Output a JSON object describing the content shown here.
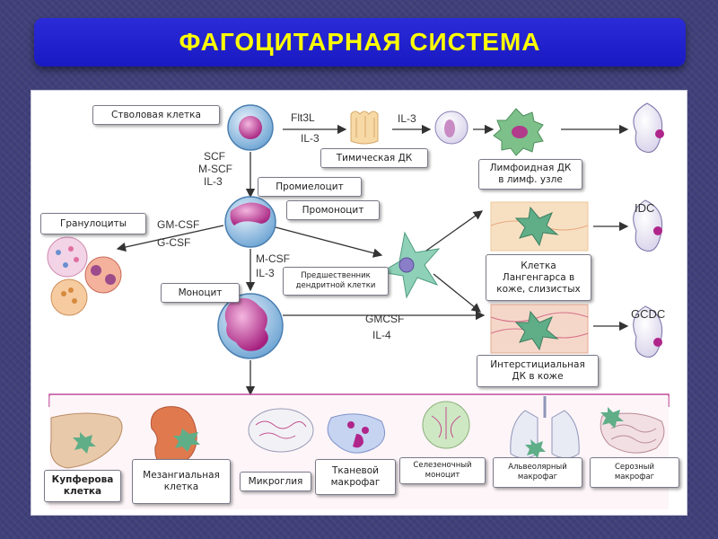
{
  "title": "ФАГОЦИТАРНАЯ СИСТЕМА",
  "labels": {
    "stem_cell": "Стволовая клетка",
    "thymic_dc": "Тимическая ДК",
    "lymphoid_dc": "Лимфоидная ДК\nв лимф. узле",
    "promyelocyte": "Промиелоцит",
    "promonocyte": "Промоноцит",
    "granulocytes": "Гранулоциты",
    "monocyte": "Моноцит",
    "dc_precursor": "Предшественник\nдендритной клетки",
    "langerhans": "Клетка\nЛангенгарса в\nкоже, слизистых",
    "interstitial_dc": "Интерстициальная\nДК в коже",
    "kupffer": "Купферова\nклетка",
    "mesangial": "Мезангиальная\nклетка",
    "microglia": "Микроглия",
    "tissue_macrophage": "Тканевой\nмакрофаг",
    "splenic_monocyte": "Селезеночный\nмоноцит",
    "alveolar_macrophage": "Альвеолярный\nмакрофаг",
    "serous_macrophage": "Серозный\nмакрофаг"
  },
  "cytokines": {
    "flt3l": "Flt3L",
    "il3_a": "IL-3",
    "il3_b": "IL-3",
    "scf": "SCF",
    "mscf": "M-SCF",
    "il3_c": "IL-3",
    "gmcsf": "GM-CSF",
    "gcsf": "G-CSF",
    "mcsf": "M-CSF",
    "il3_d": "IL-3",
    "gmcsf2": "GMCSF",
    "il4": "IL-4",
    "idc": "IDC",
    "gcdc": "GCDC"
  },
  "colors": {
    "title_bg": "#1f1fcf",
    "title_text": "#ffff00",
    "nucleus": "#b7318f",
    "cell_blue": "#7fb0d8",
    "tissue": "#f6d9b8"
  }
}
